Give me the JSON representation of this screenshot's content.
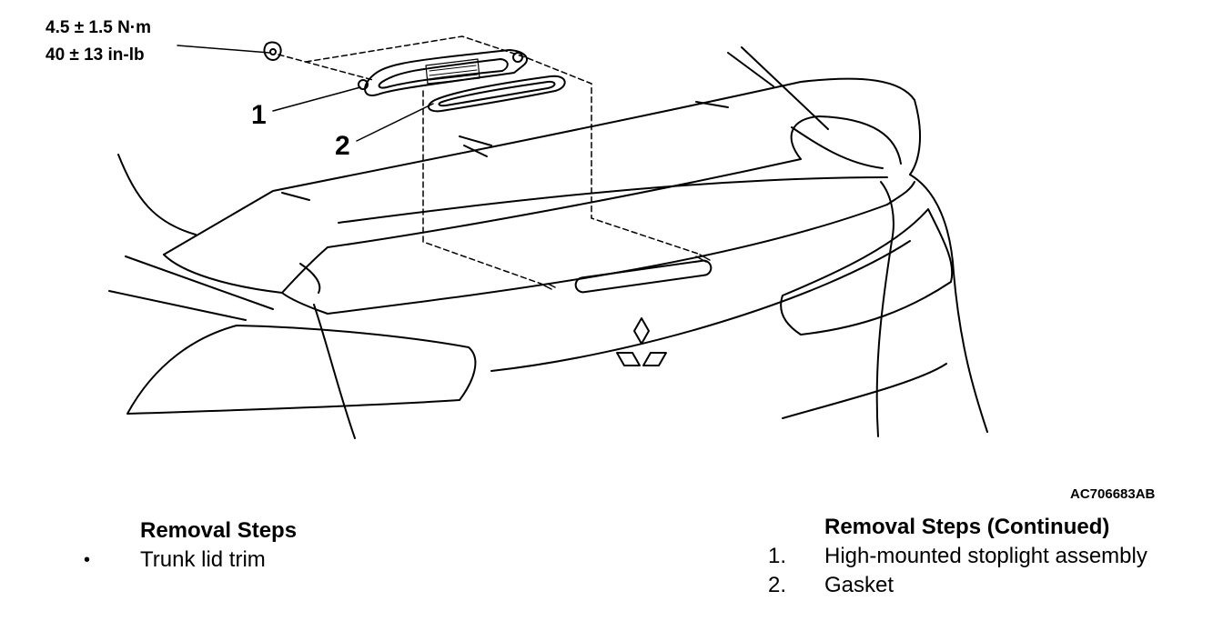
{
  "torque": {
    "metric": "4.5 ± 1.5 N·m",
    "imperial": "40 ± 13 in-lb"
  },
  "callouts": [
    {
      "number": "1"
    },
    {
      "number": "2"
    }
  ],
  "figure_code": "AC706683AB",
  "removal_steps": {
    "title": "Removal Steps",
    "items": [
      {
        "marker": "•",
        "text": "Trunk lid trim"
      }
    ]
  },
  "removal_steps_continued": {
    "title": "Removal Steps (Continued)",
    "items": [
      {
        "marker": "1.",
        "text": "High-mounted stoplight assembly"
      },
      {
        "marker": "2.",
        "text": "Gasket"
      }
    ]
  }
}
